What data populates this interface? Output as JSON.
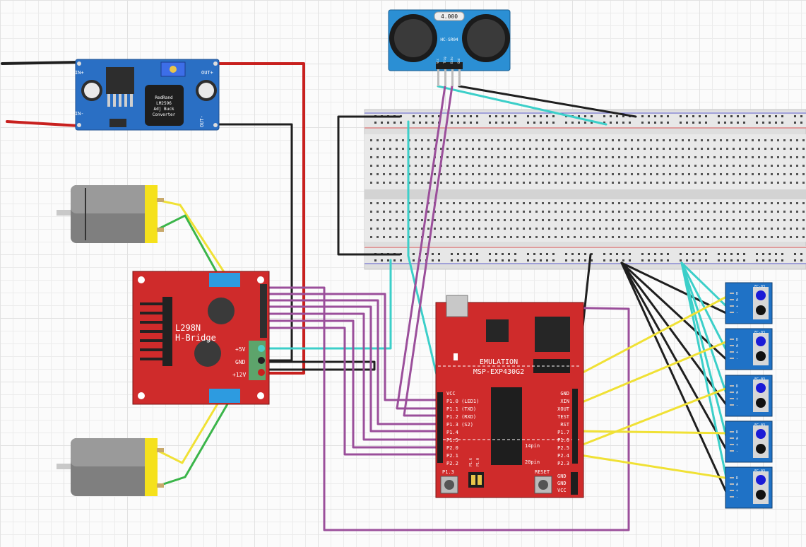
{
  "buck": {
    "labels": [
      "IN+",
      "IN-",
      "OUT+",
      "OUT-"
    ],
    "chip_text": [
      "RedRand",
      "LM2596",
      "Adj Buck",
      "Converter"
    ]
  },
  "sonar": {
    "display": "4.000",
    "model": "HC-SR04",
    "pins": [
      "Vcc",
      "Trig",
      "Echo",
      "Gnd"
    ]
  },
  "hbridge": {
    "title1": "L298N",
    "title2": "H-Bridge",
    "p5v": "+5V",
    "gnd": "GND",
    "p12v": "+12V"
  },
  "msp": {
    "emulation": "EMULATION",
    "model": "MSP-EXP430G2",
    "left_pins": [
      "VCC",
      "P1.0 (LED1)",
      "P1.1 (TXD)",
      "P1.2 (RXD)",
      "P1.3 (S2)",
      "P1.4",
      "P1.5",
      "P2.0",
      "P2.1",
      "P2.2"
    ],
    "right_pins": [
      "GND",
      "XIN",
      "XOUT",
      "TEST",
      "RST",
      "P1.7",
      "P1.6",
      "P2.5",
      "P2.4",
      "P2.3"
    ],
    "pin14": "14pin",
    "pin20": "20pin",
    "btn_left": "P1.3",
    "btn_right": "RESET",
    "led_labels": [
      "P1.6",
      "P1.0"
    ],
    "pwr_pins": [
      "GND",
      "GND",
      "VCC"
    ]
  },
  "sensors": {
    "label": "FC-03",
    "pins": [
      "D",
      "A",
      "+",
      "-"
    ]
  },
  "colors": {
    "wire_red": "#c8201e",
    "wire_black": "#1f1f1f",
    "wire_purple": "#9b4f9b",
    "wire_cyan": "#3ccfc9",
    "wire_yellow": "#f0e135",
    "wire_green": "#3bb54a",
    "wire_orange": "#f5c518",
    "board_red": "#cf2b2b",
    "buck_blue": "#2a6fc4",
    "sonar_blue": "#2b8fd4",
    "sensor_blue": "#1f72c6"
  }
}
